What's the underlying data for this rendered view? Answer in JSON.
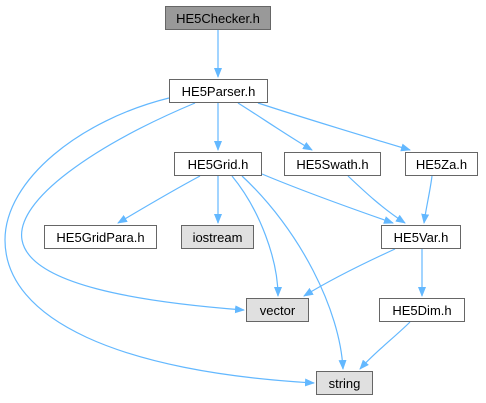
{
  "diagram": {
    "colors": {
      "edge": "#63b8ff",
      "node_border": "#666666",
      "node_fill": "#ffffff",
      "node_fill_system": "#e0e0e0",
      "node_fill_root": "#999999"
    },
    "nodes": {
      "checker": {
        "label": "HE5Checker.h"
      },
      "parser": {
        "label": "HE5Parser.h"
      },
      "grid": {
        "label": "HE5Grid.h"
      },
      "swath": {
        "label": "HE5Swath.h"
      },
      "za": {
        "label": "HE5Za.h"
      },
      "gridpara": {
        "label": "HE5GridPara.h"
      },
      "iostream": {
        "label": "iostream"
      },
      "var": {
        "label": "HE5Var.h"
      },
      "vector": {
        "label": "vector"
      },
      "dim": {
        "label": "HE5Dim.h"
      },
      "string": {
        "label": "string"
      }
    },
    "edges": [
      {
        "from": "checker",
        "to": "parser"
      },
      {
        "from": "parser",
        "to": "grid"
      },
      {
        "from": "parser",
        "to": "swath"
      },
      {
        "from": "parser",
        "to": "za"
      },
      {
        "from": "parser",
        "to": "vector"
      },
      {
        "from": "parser",
        "to": "string"
      },
      {
        "from": "grid",
        "to": "gridpara"
      },
      {
        "from": "grid",
        "to": "iostream"
      },
      {
        "from": "grid",
        "to": "var"
      },
      {
        "from": "grid",
        "to": "vector"
      },
      {
        "from": "grid",
        "to": "string"
      },
      {
        "from": "swath",
        "to": "var"
      },
      {
        "from": "za",
        "to": "var"
      },
      {
        "from": "var",
        "to": "vector"
      },
      {
        "from": "var",
        "to": "dim"
      },
      {
        "from": "dim",
        "to": "string"
      }
    ]
  }
}
